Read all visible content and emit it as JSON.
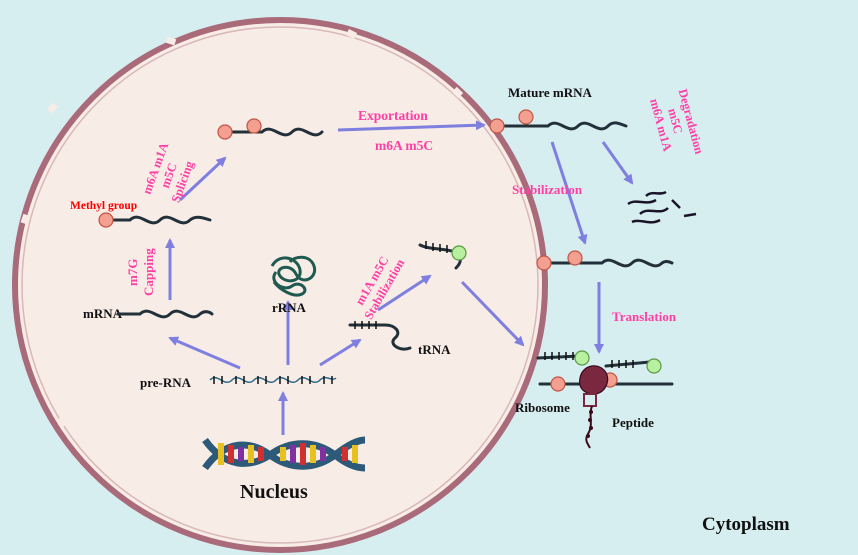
{
  "labels": {
    "nucleus": "Nucleus",
    "cytoplasm": "Cytoplasm",
    "mrna": "mRNA",
    "rrna": "rRNA",
    "trna": "tRNA",
    "pre_rna": "pre-RNA",
    "methyl_group": "Methyl group",
    "mature_mrna": "Mature mRNA",
    "ribosome": "Ribosome",
    "peptide": "Peptide"
  },
  "processes": {
    "capping_line1": "m7G",
    "capping_line2": "Capping",
    "splicing_line1": "m6A m1A",
    "splicing_line2": "m5C",
    "splicing_line3": "Splicing",
    "exportation": "Exportation",
    "exportation_mods": "m6A m5C",
    "stabilization_trna_line1": "m1A m5C",
    "stabilization_trna_line2": "Stabilization",
    "stabilization": "Stabilization",
    "degradation_line1": "m6A m1A",
    "degradation_line2": "m5C",
    "degradation_line3": "Degradation",
    "translation": "Translation"
  },
  "colors": {
    "background": "#d7eef0",
    "nucleus_fill": "#f8ece6",
    "nucleus_border": "#a96a7a",
    "arrow": "#7f7fe0",
    "process_text": "#ff3fa4",
    "methyl_text": "#ff0000"
  }
}
